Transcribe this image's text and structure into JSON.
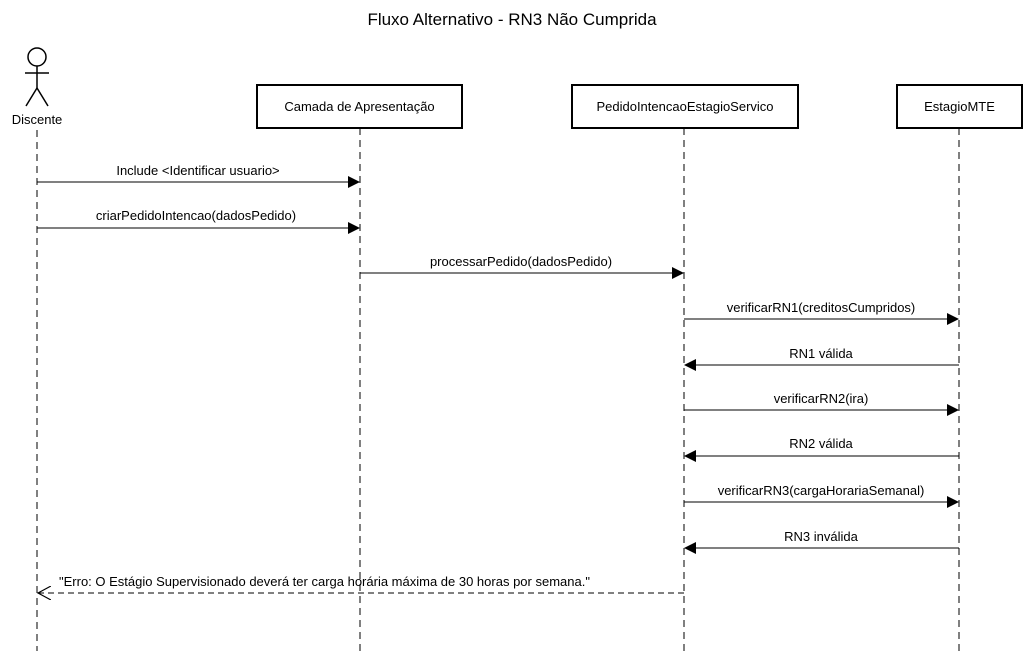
{
  "title": "Fluxo Alternativo - RN3 Não Cumprida",
  "actor": {
    "name": "Discente"
  },
  "participants": [
    {
      "id": "apresentacao",
      "name": "Camada de Apresentação"
    },
    {
      "id": "servico",
      "name": "PedidoIntencaoEstagioServico"
    },
    {
      "id": "mte",
      "name": "EstagioMTE"
    }
  ],
  "messages": [
    {
      "label": "Include <Identificar usuario>",
      "from": "discente",
      "to": "apresentacao",
      "kind": "sync"
    },
    {
      "label": "criarPedidoIntencao(dadosPedido)",
      "from": "discente",
      "to": "apresentacao",
      "kind": "sync"
    },
    {
      "label": "processarPedido(dadosPedido)",
      "from": "apresentacao",
      "to": "servico",
      "kind": "sync"
    },
    {
      "label": "verificarRN1(creditosCumpridos)",
      "from": "servico",
      "to": "mte",
      "kind": "sync"
    },
    {
      "label": "RN1 válida",
      "from": "mte",
      "to": "servico",
      "kind": "sync"
    },
    {
      "label": "verificarRN2(ira)",
      "from": "servico",
      "to": "mte",
      "kind": "sync"
    },
    {
      "label": "RN2 válida",
      "from": "mte",
      "to": "servico",
      "kind": "sync"
    },
    {
      "label": "verificarRN3(cargaHorariaSemanal)",
      "from": "servico",
      "to": "mte",
      "kind": "sync"
    },
    {
      "label": "RN3 inválida",
      "from": "mte",
      "to": "servico",
      "kind": "sync"
    },
    {
      "label": "\"Erro:  O Estágio Supervisionado deverá ter carga horária máxima de 30 horas por semana.\"",
      "from": "servico",
      "to": "discente",
      "kind": "return"
    }
  ]
}
